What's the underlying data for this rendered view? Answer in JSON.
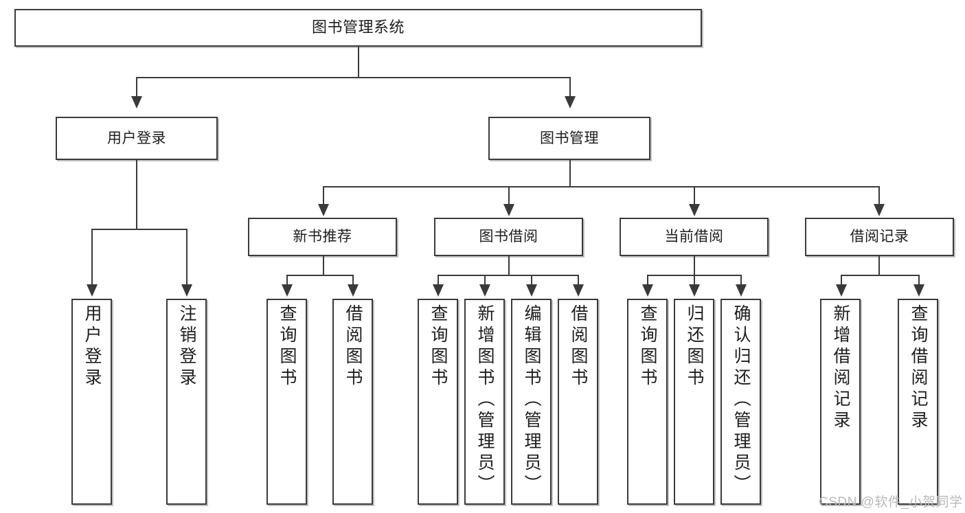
{
  "diagram": {
    "type": "tree-hierarchy",
    "title": "图书管理系统",
    "root": {
      "label": "图书管理系统"
    },
    "level1": [
      {
        "label": "用户登录"
      },
      {
        "label": "图书管理"
      }
    ],
    "level2": [
      {
        "label": "新书推荐"
      },
      {
        "label": "图书借阅"
      },
      {
        "label": "当前借阅"
      },
      {
        "label": "借阅记录"
      }
    ],
    "leaves": {
      "user_login": [
        {
          "label": "用户登录"
        },
        {
          "label": "注销登录"
        }
      ],
      "new_book_recommend": [
        {
          "label": "查询图书"
        },
        {
          "label": "借阅图书"
        }
      ],
      "book_borrow": [
        {
          "label": "查询图书"
        },
        {
          "label": "新增图书（管理员）"
        },
        {
          "label": "编辑图书（管理员）"
        },
        {
          "label": "借阅图书"
        }
      ],
      "current_borrow": [
        {
          "label": "查询图书"
        },
        {
          "label": "归还图书"
        },
        {
          "label": "确认归还（管理员）"
        }
      ],
      "borrow_record": [
        {
          "label": "新增借阅记录"
        },
        {
          "label": "查询借阅记录"
        }
      ]
    }
  },
  "watermark": {
    "text": "CSDN @软件_小贺同学"
  },
  "colors": {
    "stroke": "#3a3a3a",
    "background": "#ffffff",
    "text": "#1d1d1d",
    "watermark": "#b9b9b9"
  }
}
